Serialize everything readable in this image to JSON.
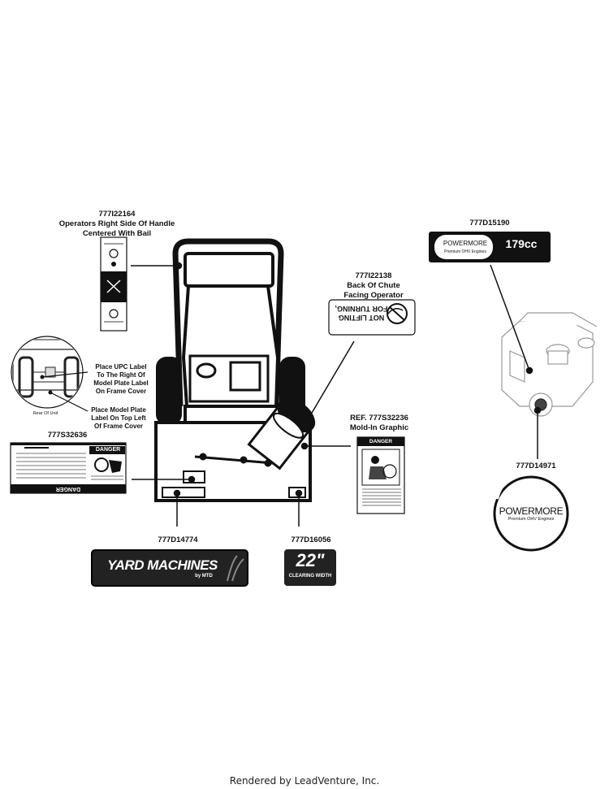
{
  "labels": {
    "handle": {
      "part": "777I22164",
      "lines": [
        "Operators Right Side Of Handle",
        "Centered With Bail"
      ]
    },
    "chute": {
      "part": "777I22138",
      "lines": [
        "Back Of Chute",
        "Facing Operator"
      ]
    },
    "upc": {
      "lines": [
        "Place UPC Label",
        "To The Right Of",
        "Model Plate Label",
        "On Frame Cover"
      ]
    },
    "model_plate": {
      "lines": [
        "Place Model Plate",
        "Label On Top Left",
        "Of Frame Cover"
      ]
    },
    "rear": "Rear Of Unit",
    "danger_left": {
      "part": "777S32636"
    },
    "mold_in": {
      "part": "REF. 777S32236",
      "lines": [
        "Mold-In Graphic"
      ]
    },
    "yard": {
      "part": "777D14774"
    },
    "width": {
      "part": "777D16056"
    },
    "engine_top": {
      "part": "777D15190"
    },
    "engine_round": {
      "part": "777D14971"
    }
  },
  "decals": {
    "danger": "DANGER",
    "danger_small": "DANGER",
    "for_turning": "FOR TURNING,",
    "not_lifting": "NOT LIFTING",
    "brand": "POWERMORE",
    "brand_sub": "Premium OHV Engines",
    "cc": "179cc",
    "yard_machines": "YARD MACHINES",
    "by_mtd": "by MTD",
    "inches": "22\"",
    "clearing_width": "CLEARING WIDTH"
  },
  "footer": "Rendered by LeadVenture, Inc."
}
